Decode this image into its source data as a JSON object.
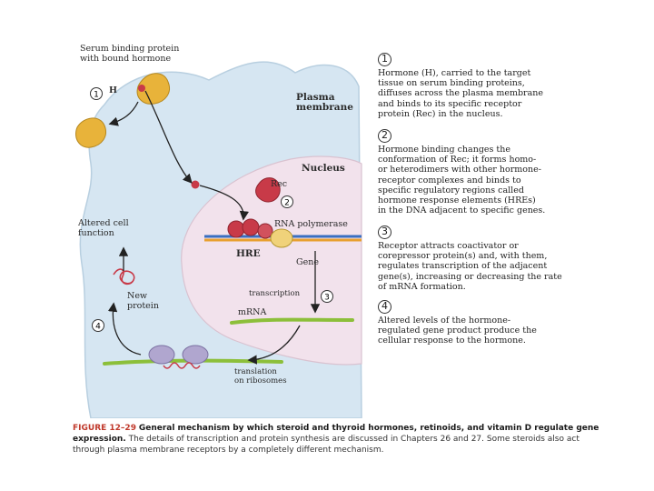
{
  "diagram": {
    "serum_label": "Serum binding protein\nwith bound hormone",
    "hormone_letter": "H",
    "plasma_membrane": "Plasma\nmembrane",
    "nucleus": "Nucleus",
    "rec": "Rec",
    "rna_polymerase": "RNA polymerase",
    "hre": "HRE",
    "gene": "Gene",
    "transcription": "transcription",
    "mrna": "mRNA",
    "altered_cell_function": "Altered cell\nfunction",
    "new_protein": "New\nprotein",
    "translation": "translation\non ribosomes",
    "marker_1": "1",
    "marker_2": "2",
    "marker_3": "3",
    "marker_4": "4"
  },
  "steps": [
    {
      "num": "1",
      "text": "Hormone (H), carried to the target\ntissue on serum binding proteins,\ndiffuses across the plasma membrane\nand binds to its specific receptor\nprotein (Rec) in the nucleus."
    },
    {
      "num": "2",
      "text": "Hormone binding changes the\nconformation of Rec; it forms homo-\nor heterodimers with other hormone-\nreceptor complexes and binds to\nspecific regulatory regions called\nhormone response elements (HREs)\nin the DNA adjacent to specific genes."
    },
    {
      "num": "3",
      "text": "Receptor attracts coactivator or\ncorepressor protein(s) and, with them,\nregulates transcription of the adjacent\ngene(s), increasing or decreasing the rate\nof mRNA formation."
    },
    {
      "num": "4",
      "text": "Altered levels of the hormone-\nregulated gene product produce the\ncellular response to the hormone."
    }
  ],
  "caption": {
    "label": "FIGURE 12–29",
    "title": "General mechanism by which steroid and thyroid hormones, retinoids, and vitamin D regulate gene expression.",
    "body": "The details of transcription and protein synthesis are discussed in Chapters 26 and 27. Some steroids also act through plasma membrane receptors by a completely different mechanism."
  },
  "colors": {
    "cell_fill": "#d6e6f2",
    "nucleus_fill": "#f2e2ec",
    "hormone_carrier": "#e8b33a",
    "receptor": "#c83a48",
    "dna_blue": "#3a6fc0",
    "dna_orange": "#e8a030",
    "mrna_green": "#8cbf3a",
    "figure_label": "#c0392b"
  }
}
